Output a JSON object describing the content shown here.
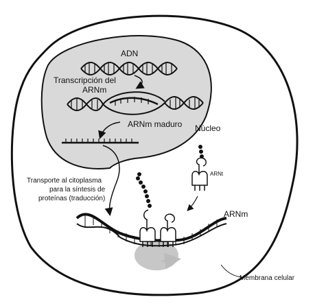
{
  "labels": {
    "dna": "ADN",
    "transcription_line1": "Transcripción del",
    "transcription_line2": "ARNm",
    "mature_mrna": "ARNm maduro",
    "nucleus": "Núcleo",
    "transport_line1": "Transporte al citoplasma",
    "transport_line2": "para la síntesis de",
    "transport_line3": "proteínas (traducción)",
    "trna": "ARNt",
    "mrna": "ARNm",
    "cell_membrane": "Membrana celular"
  },
  "colors": {
    "outline": "#111111",
    "nucleus_fill": "#d9d9d9",
    "ribosome_fill": "#c7c7c7",
    "background": "#ffffff"
  }
}
